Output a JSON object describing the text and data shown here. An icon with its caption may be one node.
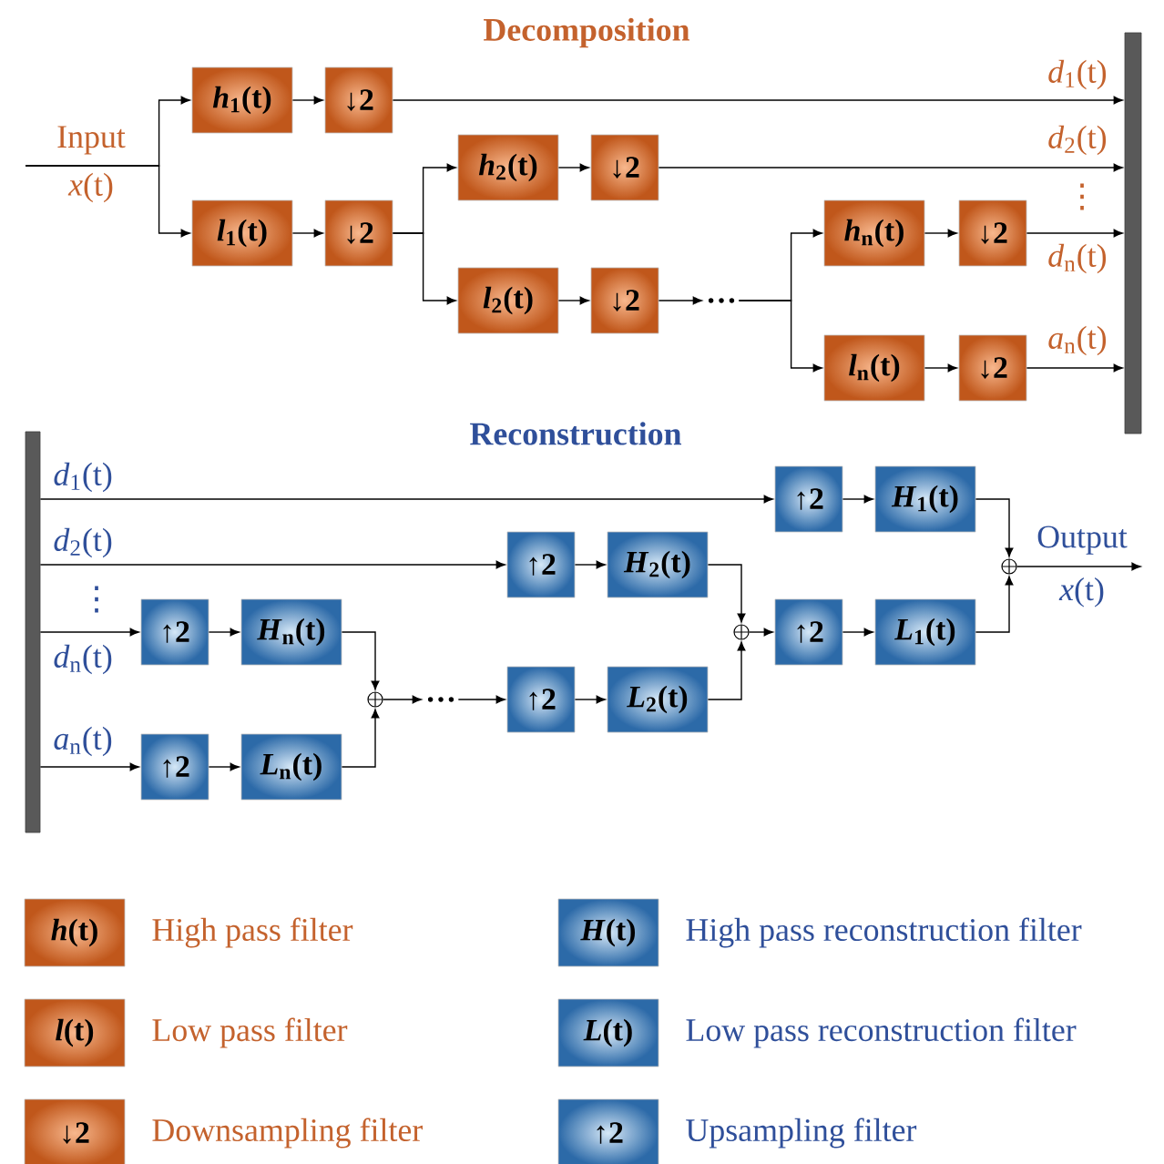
{
  "diagram": {
    "nodes": [
      {
        "text": [
          "*h*$_{1}$(t)"
        ]
      },
      {
        "text": [
          "↓2"
        ]
      },
      {
        "text": [
          "*l*$_{1}$(t)"
        ]
      },
      {
        "text": [
          "↓2"
        ]
      },
      {
        "text": [
          "*h*$_{2}$(t)"
        ]
      },
      {
        "text": [
          "↓2"
        ]
      },
      {
        "text": [
          "*l*$_{2}$(t)"
        ]
      },
      {
        "text": [
          "↓2"
        ]
      },
      {
        "text": [
          "…"
        ]
      },
      {
        "text": [
          "*h*$_{n}$(t)"
        ]
      },
      {
        "text": [
          "↓2"
        ]
      },
      {
        "text": [
          "*l*$_{n}$(t)"
        ]
      },
      {
        "text": [
          "↓2"
        ]
      },
      {
        "text": [],
        "shape": "bar"
      },
      {
        "text": [],
        "shape": "bar"
      },
      {
        "text": [
          "↑2"
        ]
      },
      {
        "text": [
          "*H*$_{1}$(t)"
        ]
      },
      {
        "text": [
          "↑2"
        ]
      },
      {
        "text": [
          "*H*$_{2}$(t)"
        ]
      },
      {
        "text": [
          "↑2"
        ]
      },
      {
        "text": [
          "*H*$_{n}$(t)"
        ]
      },
      {
        "text": [
          "↑2"
        ]
      },
      {
        "text": [
          "*L*$_{n}$(t)"
        ]
      },
      {
        "text": [],
        "shape": "circle"
      },
      {
        "text": [
          "…"
        ]
      },
      {
        "text": [
          "↑2"
        ]
      },
      {
        "text": [
          "*L*$_{2}$(t)"
        ]
      },
      {
        "text": [],
        "shape": "circle"
      },
      {
        "text": [
          "↑2"
        ]
      },
      {
        "text": [
          "*L*$_{1}$(t)"
        ]
      },
      {
        "text": [],
        "shape": "circle"
      },
      {
        "text": [
          "*h*(t)"
        ],
        "beside": [
          "High pass filter"
        ]
      },
      {
        "text": [
          "*l*(t)"
        ],
        "beside": [
          "Low pass filter"
        ]
      },
      {
        "text": [
          "↓2"
        ],
        "beside": [
          "Downsampling filter"
        ]
      },
      {
        "text": [
          "*H*(t)"
        ],
        "beside": [
          "High pass reconstruction filter"
        ]
      },
      {
        "text": [
          "*L*(t)"
        ],
        "beside": [
          "Low pass reconstruction filter"
        ]
      },
      {
        "text": [
          "↑2"
        ],
        "beside": [
          "Upsampling filter"
        ]
      },
      {
        "text": [
          "Output",
          "*x*(t)"
        ]
      }
    ],
    "edges": [
      {
        "from": null,
        "to": 0,
        "arrow": "to"
      },
      {
        "from": null,
        "to": 2,
        "arrow": "to"
      },
      {
        "from": 0,
        "to": 1,
        "arrow": "to"
      },
      {
        "from": 1,
        "to": 13,
        "arrow": "to",
        "label": "*d*$_{1}$(t)"
      },
      {
        "from": 2,
        "to": 3,
        "arrow": "to"
      },
      {
        "from": 3,
        "to": 4,
        "arrow": "to"
      },
      {
        "from": 3,
        "to": 6,
        "arrow": "to"
      },
      {
        "from": 4,
        "to": 5,
        "arrow": "to"
      },
      {
        "from": 5,
        "to": 13,
        "arrow": "to",
        "label": "*d*$_{2}$(t)"
      },
      {
        "from": 6,
        "to": 7,
        "arrow": "to"
      },
      {
        "from": 7,
        "to": 8,
        "arrow": "to"
      },
      {
        "from": 8,
        "to": 9,
        "arrow": "to"
      },
      {
        "from": 8,
        "to": 11,
        "arrow": "to"
      },
      {
        "from": 9,
        "to": 10,
        "arrow": "to"
      },
      {
        "from": 10,
        "to": 13,
        "arrow": "to",
        "label": "*d*$_{n}$(t)"
      },
      {
        "from": 11,
        "to": 12,
        "arrow": "to"
      },
      {
        "from": 12,
        "to": 13,
        "arrow": "to",
        "label": "*a*$_{n}$(t)"
      },
      {
        "from": 14,
        "to": 15,
        "arrow": "to",
        "label": "*d*$_{1}$(t)"
      },
      {
        "from": 15,
        "to": 16,
        "arrow": "to"
      },
      {
        "from": 14,
        "to": 17,
        "arrow": "to",
        "label": "*d*$_{2}$(t)"
      },
      {
        "from": 17,
        "to": 18,
        "arrow": "to"
      },
      {
        "from": 14,
        "to": 19,
        "arrow": "to",
        "label": "*d*$_{n}$(t)"
      },
      {
        "from": 19,
        "to": 20,
        "arrow": "to"
      },
      {
        "from": 14,
        "to": 21,
        "arrow": "to",
        "label": "*a*$_{n}$(t)"
      },
      {
        "from": 21,
        "to": 22,
        "arrow": "to"
      },
      {
        "from": 20,
        "to": 23,
        "arrow": "to"
      },
      {
        "from": 22,
        "to": 23,
        "arrow": "to"
      },
      {
        "from": 23,
        "to": 24,
        "arrow": "to"
      },
      {
        "from": 24,
        "to": 25,
        "arrow": "to"
      },
      {
        "from": 25,
        "to": 26,
        "arrow": "to"
      },
      {
        "from": 18,
        "to": 27,
        "arrow": "to"
      },
      {
        "from": 26,
        "to": 27,
        "arrow": "to"
      },
      {
        "from": 27,
        "to": 28,
        "arrow": "to"
      },
      {
        "from": 28,
        "to": 29,
        "arrow": "to"
      },
      {
        "from": 16,
        "to": 30,
        "arrow": "to"
      },
      {
        "from": 29,
        "to": 30,
        "arrow": "to"
      },
      {
        "from": 30,
        "to": 37,
        "arrow": "to"
      }
    ],
    "labels": [
      "Decomposition",
      "Input",
      "*x*(t)",
      "⋮",
      "Reconstruction",
      "⋮"
    ]
  }
}
